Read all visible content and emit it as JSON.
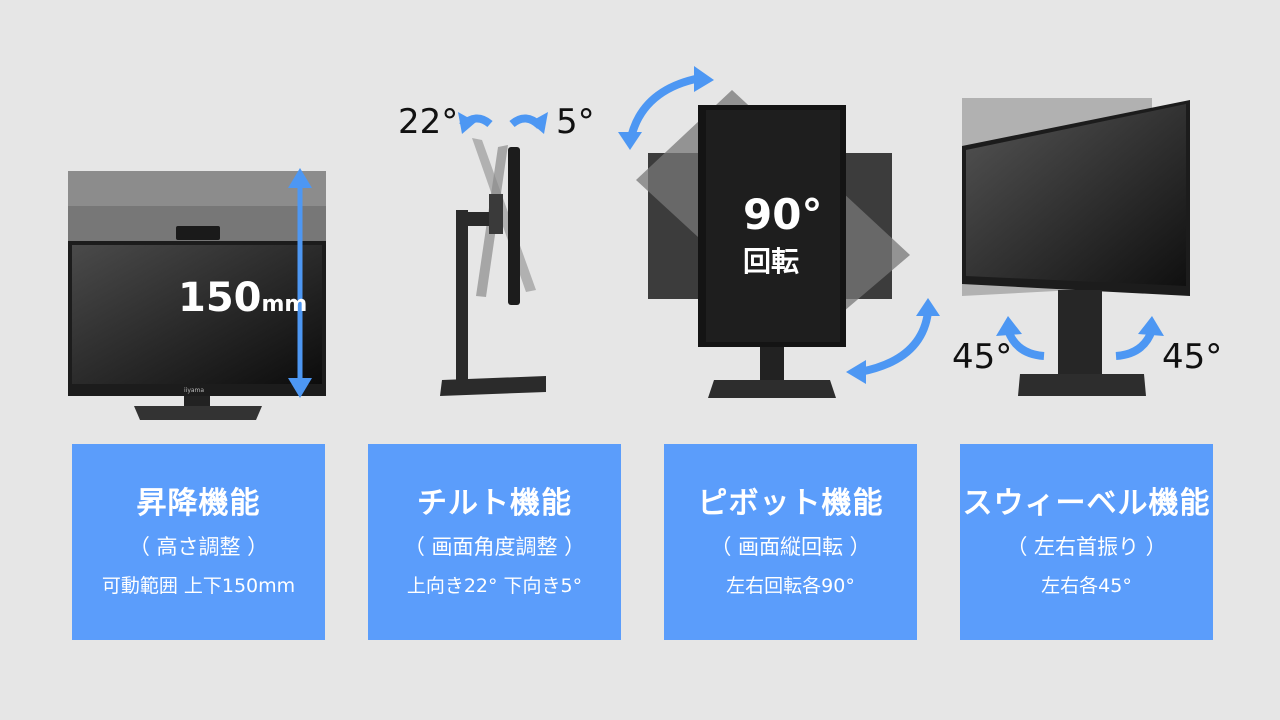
{
  "colors": {
    "accent": "#5b9dfb",
    "arrow": "#4d97f3",
    "background": "#e6e6e6",
    "monitor": "#1c1c1c"
  },
  "height_panel": {
    "value": "150",
    "unit": "mm"
  },
  "tilt_panel": {
    "back_angle": "22°",
    "forward_angle": "5°"
  },
  "pivot_panel": {
    "angle": "90°",
    "label": "回転"
  },
  "swivel_panel": {
    "left_angle": "45°",
    "right_angle": "45°"
  },
  "brand_mark": "iiyama",
  "features": [
    {
      "title": "昇降機能",
      "subtitle": "（ 高さ調整 ）",
      "detail": "可動範囲 上下150mm"
    },
    {
      "title": "チルト機能",
      "subtitle": "（ 画面角度調整 ）",
      "detail": "上向き22° 下向き5°"
    },
    {
      "title": "ピボット機能",
      "subtitle": "（ 画面縦回転 ）",
      "detail": "左右回転各90°"
    },
    {
      "title": "スウィーベル機能",
      "subtitle": "（ 左右首振り ）",
      "detail": "左右各45°"
    }
  ]
}
